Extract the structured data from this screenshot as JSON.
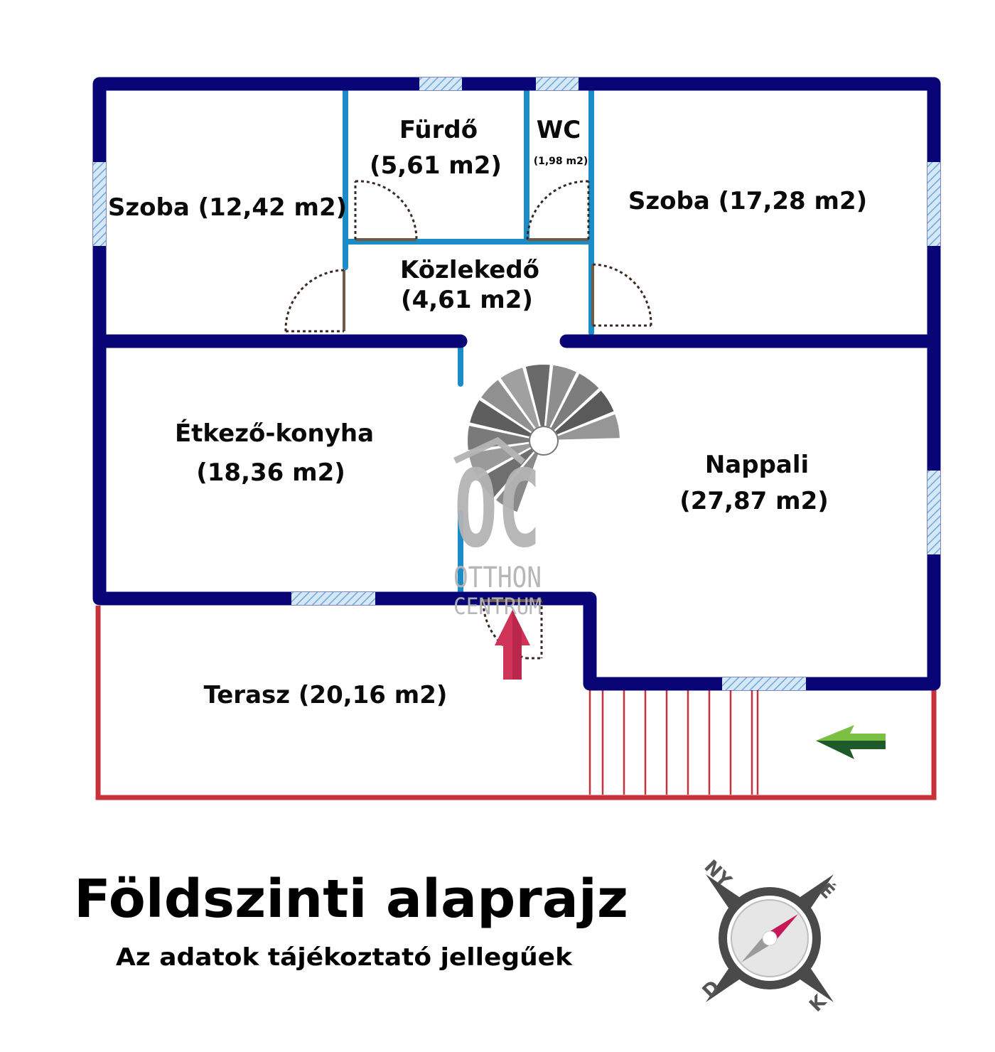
{
  "colors": {
    "wall_outer": "#0a0576",
    "wall_inner": "#1b8cc8",
    "window": "#9cc7e8",
    "door_leaf": "#6f5b48",
    "door_swing": "#3a2a22",
    "terrace": "#c8323a",
    "entry_arrow": "#d13257",
    "green_arrow_light": "#7cc043",
    "green_arrow_dark": "#1f5a2a",
    "stair_gray": "#777777",
    "watermark": "#b4b4b4",
    "compass_ring": "#4a4a4a",
    "compass_needle": "#c8185a"
  },
  "rooms": {
    "szoba1": {
      "name": "Szoba (12,42 m2)"
    },
    "furdo": {
      "name": "Fürdő",
      "area": "(5,61 m2)"
    },
    "wc": {
      "name": "WC",
      "area": "(1,98 m2)"
    },
    "szoba2": {
      "name": "Szoba (17,28 m2)"
    },
    "kozlekedo": {
      "name": "Közlekedő",
      "area": "(4,61 m2)"
    },
    "etkezo": {
      "name": "Étkező-konyha",
      "area": "(18,36 m2)"
    },
    "nappali": {
      "name": "Nappali",
      "area": "(27,87 m2)"
    },
    "terasz": {
      "name": "Terasz (20,16 m2)"
    }
  },
  "title": "Földszinti alaprajz",
  "subtitle": "Az adatok tájékoztató jellegűek",
  "watermark": {
    "logo": "OC",
    "line1": "OTTHON",
    "line2": "CENTRUM"
  },
  "compass": {
    "north": "É",
    "east": "K",
    "south": "D",
    "west": "NY"
  },
  "icons": {
    "entry_arrow": "up-arrow-icon",
    "green_arrow": "left-arrow-icon",
    "compass": "compass-icon",
    "stair": "spiral-staircase-icon"
  }
}
